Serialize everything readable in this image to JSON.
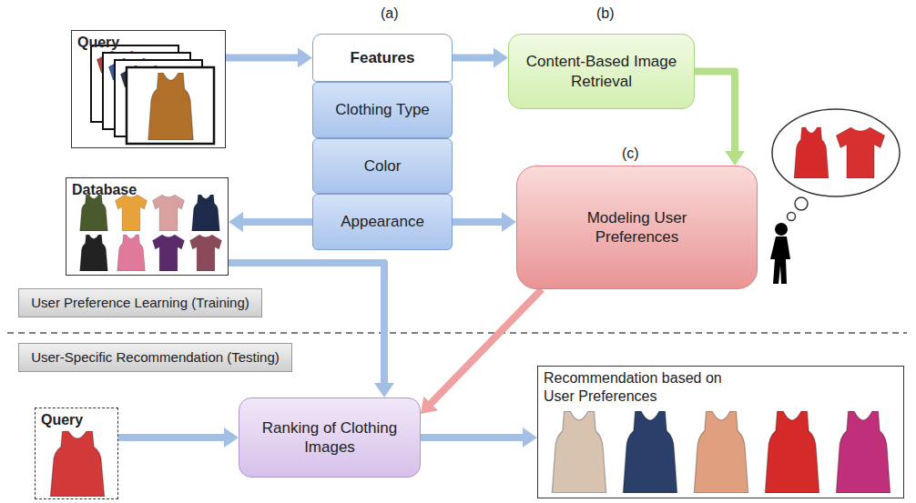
{
  "diagram": {
    "nodes": [
      {
        "text": [
          "Query"
        ]
      },
      {
        "text": [
          "Features"
        ]
      },
      {
        "text": [
          "Clothing Type"
        ]
      },
      {
        "text": [
          "Color"
        ]
      },
      {
        "text": [
          "Appearance"
        ]
      },
      {
        "text": [
          "Content-Based Image Retrieval"
        ]
      },
      {
        "text": [
          "Database"
        ]
      },
      {
        "text": [
          "Modeling User Preferences"
        ]
      },
      {
        "text": [
          "User Preference Learning (Training)"
        ]
      },
      {
        "text": [
          "User-Specific Recommendation (Testing)"
        ]
      },
      {
        "text": [
          "Query"
        ]
      },
      {
        "text": [
          "Ranking of Clothing Images"
        ]
      },
      {
        "text": [
          "Recommendation based on User Preferences"
        ]
      }
    ],
    "edges": [
      {
        "from": 0,
        "to": 1,
        "arrow": "to"
      },
      {
        "from": 1,
        "to": 5,
        "arrow": "to"
      },
      {
        "from": 5,
        "to": 7,
        "arrow": "to"
      },
      {
        "from": 4,
        "to": 6,
        "arrow": "to"
      },
      {
        "from": 4,
        "to": 7,
        "arrow": "to"
      },
      {
        "from": 6,
        "to": 11,
        "arrow": "to"
      },
      {
        "from": 7,
        "to": 11,
        "arrow": "to"
      },
      {
        "from": 10,
        "to": 11,
        "arrow": "to"
      },
      {
        "from": 11,
        "to": 12,
        "arrow": "to"
      }
    ],
    "labels": [
      "(a)",
      "(b)",
      "(c)"
    ]
  }
}
